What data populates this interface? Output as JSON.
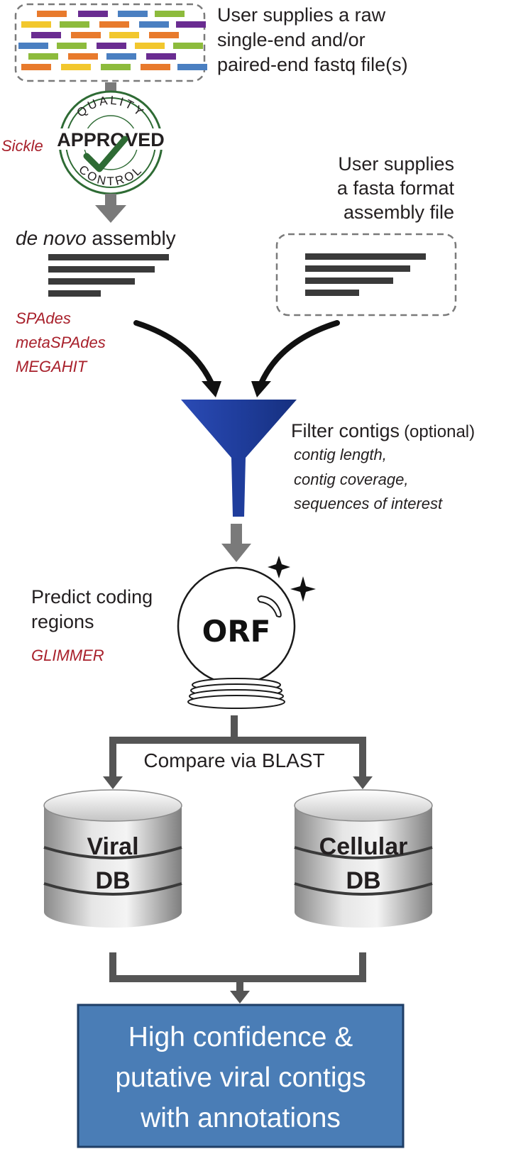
{
  "input_reads": {
    "text_lines": [
      "User supplies a raw",
      "single-end and/or",
      "paired-end fastq file(s)"
    ]
  },
  "quality_control": {
    "tool": "Sickle",
    "stamp_text": "APPROVED",
    "stamp_ring_text": "QUALITY CONTROL"
  },
  "assembly": {
    "title_italic": "de novo",
    "title_rest": " assembly",
    "tools": [
      "SPAdes",
      "metaSPAdes",
      "MEGAHIT"
    ]
  },
  "input_fasta": {
    "text_lines": [
      "User supplies",
      "a fasta format",
      "assembly file"
    ]
  },
  "filter": {
    "title": "Filter contigs",
    "optional": "(optional)",
    "criteria": [
      "contig length,",
      "contig coverage,",
      "sequences of interest"
    ]
  },
  "orf": {
    "title_lines": [
      "Predict coding",
      "regions"
    ],
    "tool": "GLIMMER",
    "orb_label": "ORF"
  },
  "blast": {
    "label": "Compare via BLAST"
  },
  "databases": [
    {
      "line1": "Viral",
      "line2": "DB"
    },
    {
      "line1": "Cellular",
      "line2": "DB"
    }
  ],
  "result": {
    "lines": [
      "High confidence &",
      "putative viral contigs",
      "with annotations"
    ]
  },
  "colors": {
    "tool_text": "#a8202b",
    "funnel": "#1f3d9c",
    "result_box": "#4a7db6",
    "arrow_gray": "#7a7a7a",
    "read_colors": [
      "#e87a2c",
      "#6a2c91",
      "#4a7fc1",
      "#8dbb3c",
      "#f2c72d"
    ]
  }
}
